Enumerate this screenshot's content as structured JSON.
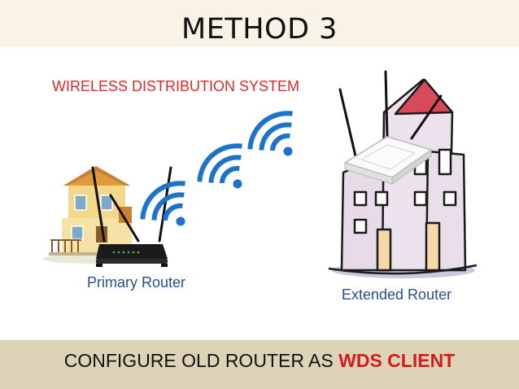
{
  "slide": {
    "title": "METHOD 3",
    "section_label": "WIRELESS DISTRIBUTION SYSTEM",
    "footer_prefix": "CONFIGURE OLD ROUTER AS",
    "footer_highlight": "WDS CLIENT"
  },
  "diagram": {
    "nodes": [
      {
        "id": "primary",
        "caption": "Primary Router",
        "icon": "house-with-router"
      },
      {
        "id": "extended",
        "caption": "Extended Router",
        "icon": "building-with-router"
      }
    ],
    "links": [
      {
        "from": "primary",
        "to": "extended",
        "icon": "wifi-signal"
      }
    ]
  },
  "colors": {
    "title_band": "#f8f3e6",
    "footer_band": "#ddd4b7",
    "label_red": "#d82a2a",
    "caption_blue": "#2b4f8c",
    "wifi_blue": "#1d73c9",
    "highlight_red": "#d21b1b"
  }
}
